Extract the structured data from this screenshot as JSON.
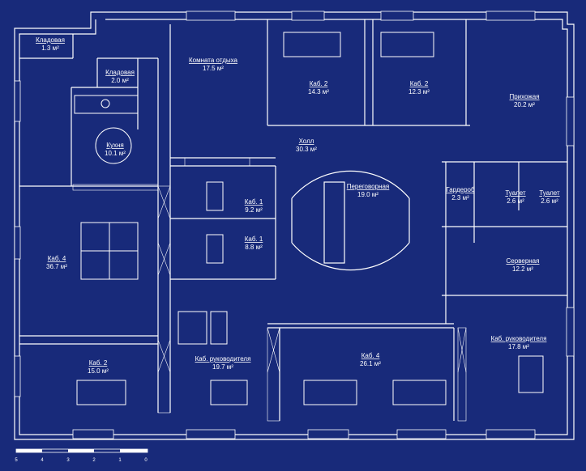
{
  "colors": {
    "background": "#182a7a",
    "lines": "#ffffff"
  },
  "rooms": [
    {
      "name": "Кладовая",
      "area": "1.3 м²"
    },
    {
      "name": "Кладовая",
      "area": "2.0 м²"
    },
    {
      "name": "Кухня",
      "area": "10.1 м²"
    },
    {
      "name": "Комната отдыха",
      "area": "17.5 м²"
    },
    {
      "name": "Каб. 2",
      "area": "14.3 м²"
    },
    {
      "name": "Каб. 2",
      "area": "12.3 м²"
    },
    {
      "name": "Прихожая",
      "area": "20.2 м²"
    },
    {
      "name": "Холл",
      "area": "30.3 м²"
    },
    {
      "name": "Переговорная",
      "area": "19.0 м²"
    },
    {
      "name": "Гардероб",
      "area": "2.3 м²"
    },
    {
      "name": "Туалет",
      "area": "2.6 м²"
    },
    {
      "name": "Туалет",
      "area": "2.6 м²"
    },
    {
      "name": "Каб. 1",
      "area": "9.2 м²"
    },
    {
      "name": "Каб. 1",
      "area": "8.8 м²"
    },
    {
      "name": "Каб. 4",
      "area": "36.7 м²"
    },
    {
      "name": "Серверная",
      "area": "12.2 м²"
    },
    {
      "name": "Каб. 2",
      "area": "15.0 м²"
    },
    {
      "name": "Каб. руководителя",
      "area": "19.7 м²"
    },
    {
      "name": "Каб. 4",
      "area": "26.1 м²"
    },
    {
      "name": "Каб. руководителя",
      "area": "17.8 м²"
    }
  ],
  "scale_labels": [
    "5",
    "4",
    "3",
    "2",
    "1",
    "0"
  ]
}
